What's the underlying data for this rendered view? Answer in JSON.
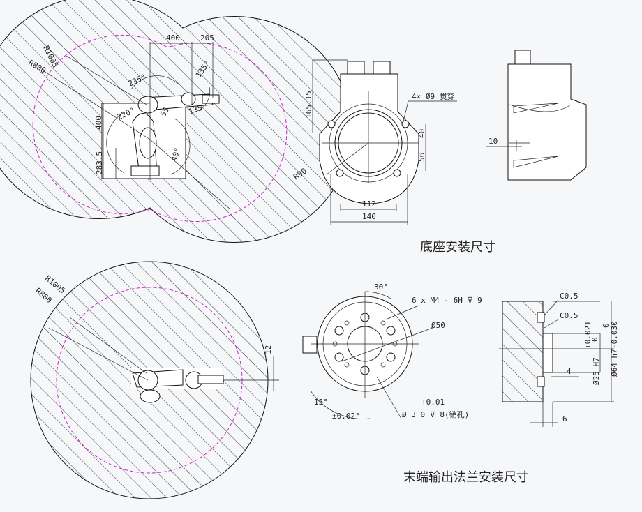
{
  "top_left": {
    "r_outer": "R1005",
    "r_inner": "R800",
    "dim_400_top": "400",
    "dim_205": "205",
    "ang_235": "235°",
    "ang_135a": "135°",
    "ang_220": "220°",
    "dim_55": "55",
    "dim_135": "135",
    "dim_400_side": "400",
    "dim_2835": "283.5",
    "ang_40": "40°"
  },
  "base_view": {
    "dim_height": "165.15",
    "holes_note": "4× Ø9 贯穿",
    "dim_40": "40",
    "dim_56": "56",
    "radius": "R90",
    "dim_112": "112",
    "dim_140": "140"
  },
  "side_view": {
    "dim_10": "10"
  },
  "caption_base": "底座安装尺寸",
  "bottom_left": {
    "r_outer": "R1005",
    "r_inner": "R800",
    "dim_12": "12"
  },
  "flange_view": {
    "ang_30": "30°",
    "tapped_note": "6 x M4 - 6H ⊽ 9",
    "dia_50": "Ø50",
    "tol_plus": "+0.01",
    "pin_note": "Ø 3  0    ⊽ 8(销孔)",
    "ang_15": "15°",
    "ang_tol": "±0.02°"
  },
  "flange_section": {
    "c05a": "C0.5",
    "c05b": "C0.5",
    "tol_025_upper": "+0.021",
    "tol_025_lower": "0",
    "dia_25": "Ø25 H7",
    "tol_64_upper": "0",
    "tol_64_lower": "-0.030",
    "dia_64": "Ø64 h7",
    "dim_4": "4",
    "dim_6": "6"
  },
  "caption_flange": "末端输出法兰安装尺寸"
}
